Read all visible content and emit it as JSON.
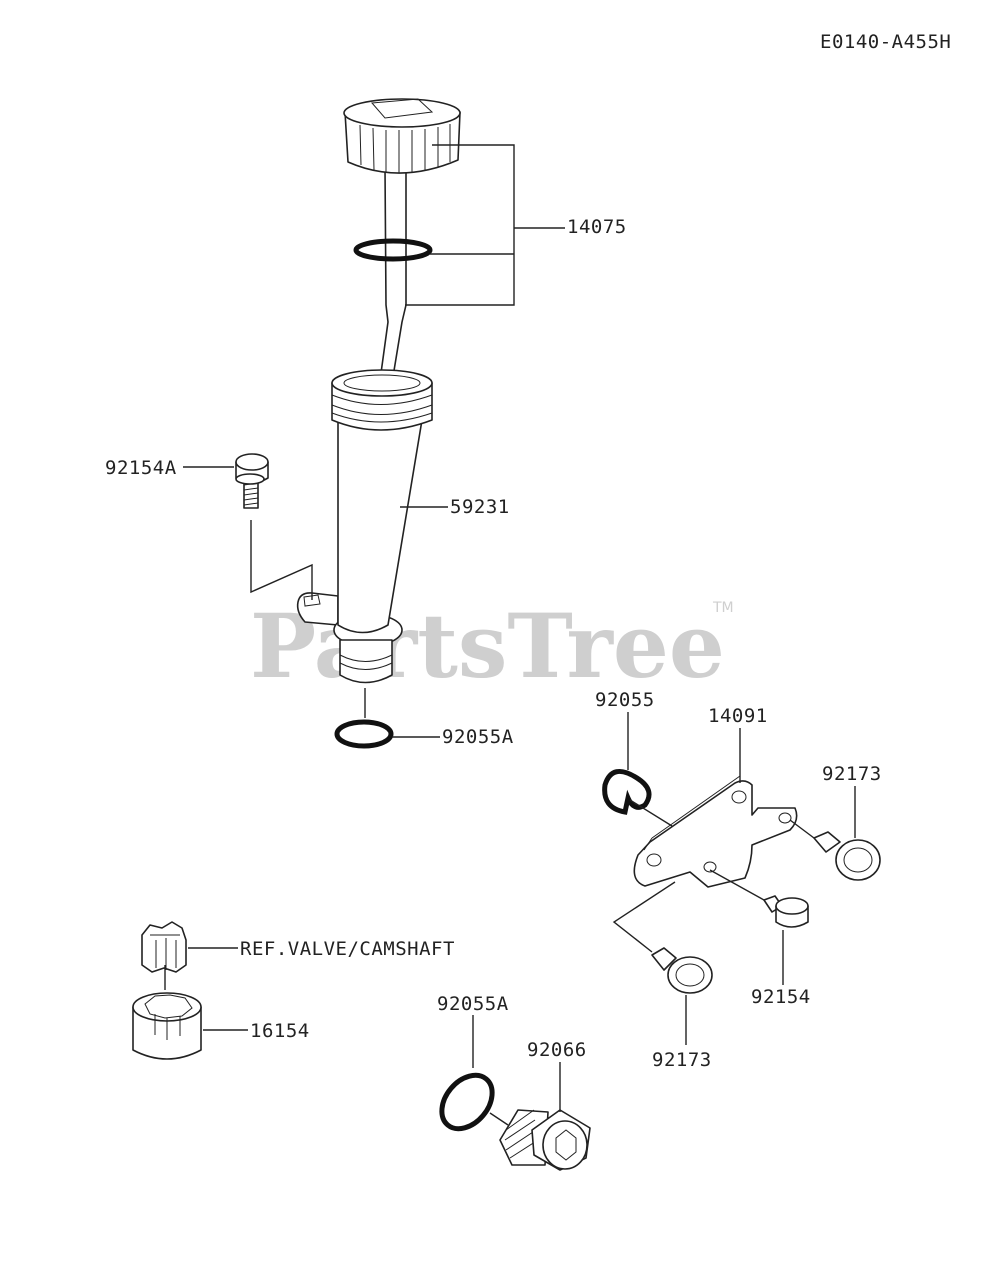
{
  "diagram_code": "E0140-A455H",
  "watermark": {
    "text": "PartsTree",
    "tm": "TM"
  },
  "labels": {
    "p14075": "14075",
    "p92154A": "92154A",
    "p59231": "59231",
    "p92055A_top": "92055A",
    "p92055": "92055",
    "p14091": "14091",
    "p92173_right": "92173",
    "p92154": "92154",
    "p92173_bottom": "92173",
    "ref_valve": "REF.VALVE/CAMSHAFT",
    "p16154": "16154",
    "p92055A_bottom": "92055A",
    "p92066": "92066"
  }
}
